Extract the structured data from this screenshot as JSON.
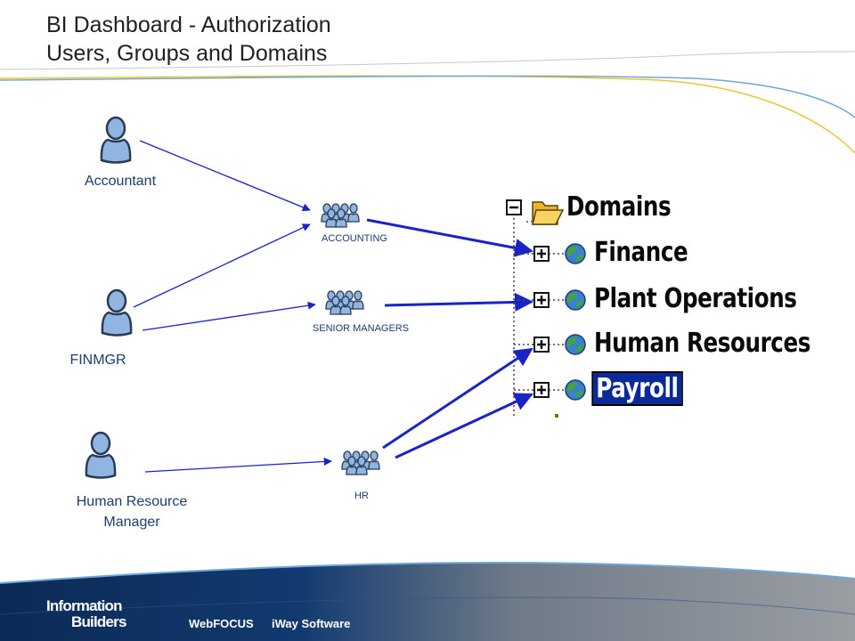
{
  "slide": {
    "title_line1": "BI Dashboard - Authorization",
    "title_line2": "Users, Groups and Domains"
  },
  "users": [
    {
      "id": "accountant",
      "label_lines": [
        "Accountant"
      ]
    },
    {
      "id": "finmgr",
      "label_lines": [
        "FINMGR"
      ]
    },
    {
      "id": "hr-manager",
      "label_lines": [
        "Human Resource",
        "Manager"
      ]
    }
  ],
  "groups": [
    {
      "id": "accounting",
      "label": "ACCOUNTING"
    },
    {
      "id": "senior-managers",
      "label": "SENIOR MANAGERS"
    },
    {
      "id": "hr",
      "label": "HR"
    }
  ],
  "domains_tree": {
    "root_label": "Domains",
    "items": [
      {
        "label": "Finance",
        "selected": false
      },
      {
        "label": "Plant Operations",
        "selected": false
      },
      {
        "label": "Human Resources",
        "selected": false
      },
      {
        "label": "Payroll",
        "selected": true
      }
    ]
  },
  "footer": {
    "brand_line1": "Information",
    "brand_line2": "Builders",
    "product1": "WebFOCUS",
    "product2": "iWay Software"
  },
  "colors": {
    "arrow": "#1a23c8",
    "label_text": "#1f3c6e",
    "person_fill": "#8fb5e0",
    "person_stroke": "#2a3a55",
    "footer_dark": "#0c2a55",
    "footer_gray": "#8c9095",
    "accent_yellow": "#f0c430",
    "accent_blue": "#6fa8d8",
    "selected_bg": "#0a2a9a"
  }
}
